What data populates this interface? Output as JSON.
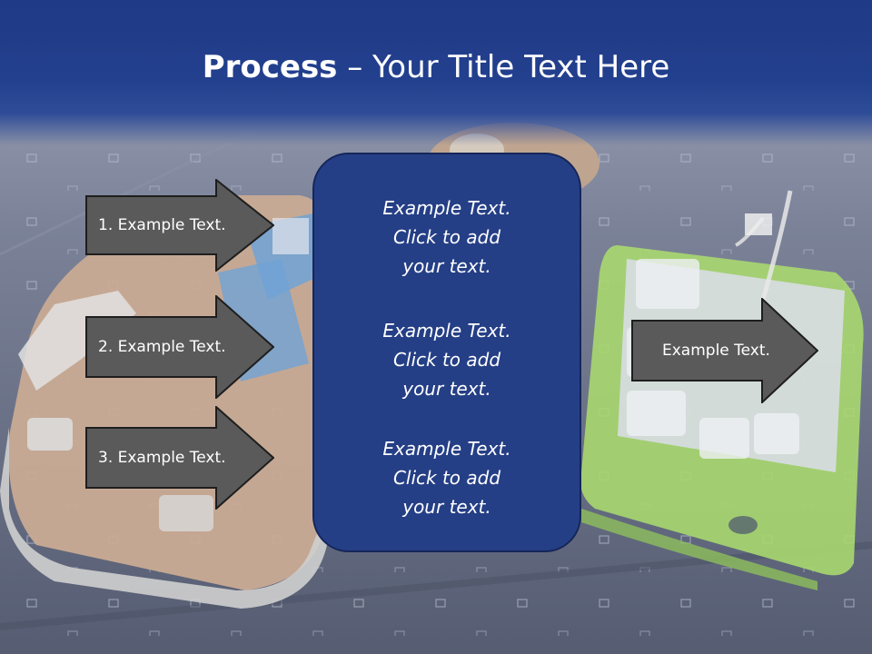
{
  "title": {
    "bold": "Process",
    "rest": " – Your Title Text Here"
  },
  "left_steps": [
    {
      "label": "1. Example Text."
    },
    {
      "label": "2. Example Text."
    },
    {
      "label": "3. Example Text."
    }
  ],
  "center_items": [
    {
      "lines": [
        "Example Text.",
        "Click  to add",
        "your text."
      ]
    },
    {
      "lines": [
        "Example Text.",
        "Click  to add",
        "your text."
      ]
    },
    {
      "lines": [
        "Example Text.",
        "Click  to add",
        "your text."
      ]
    }
  ],
  "right_arrow": {
    "label": "Example Text."
  },
  "colors": {
    "title_band": "#23408e",
    "center_box": "#253f86",
    "arrow_fill": "#5a5a5a"
  }
}
